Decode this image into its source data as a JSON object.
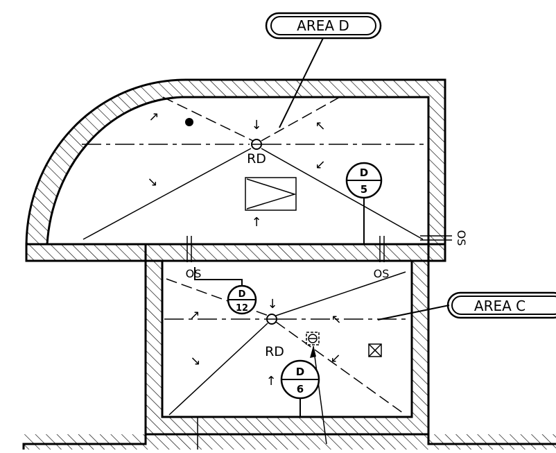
{
  "drawing": {
    "area_labels": {
      "area_d": "AREA D",
      "area_c": "AREA C"
    },
    "drain_label": "RD",
    "overflow_label": "OS",
    "detail_bubbles": [
      {
        "top": "D",
        "bottom": "5"
      },
      {
        "top": "D",
        "bottom": "12"
      },
      {
        "top": "D",
        "bottom": "6"
      }
    ],
    "slope_arrows": [
      "↗",
      "↓",
      "↖",
      "↘",
      "↙",
      "↑"
    ]
  }
}
